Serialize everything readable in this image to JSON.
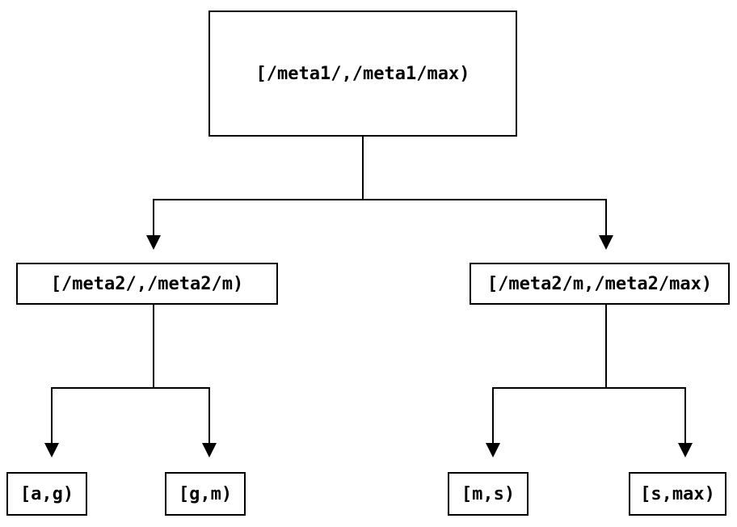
{
  "diagram": {
    "type": "binary-tree",
    "background_color": "#ffffff",
    "line_color": "#000000",
    "node_border_color": "#000000",
    "tree": {
      "root": {
        "label": "[/meta1/,/meta1/max)",
        "children": [
          {
            "label": "[/meta2/,/meta2/m)",
            "children": [
              {
                "label": "[a,g)"
              },
              {
                "label": "[g,m)"
              }
            ]
          },
          {
            "label": "[/meta2/m,/meta2/max)",
            "children": [
              {
                "label": "[m,s)"
              },
              {
                "label": "[s,max)"
              }
            ]
          }
        ]
      }
    }
  }
}
